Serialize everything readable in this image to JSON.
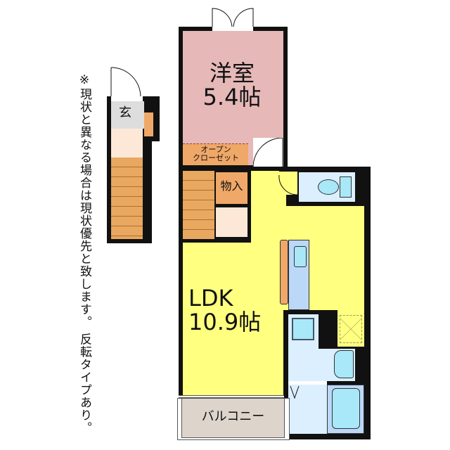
{
  "note": "※現状と異なる場合は現状優先と致します。 反転タイプあり。",
  "rooms": {
    "western": {
      "name": "洋室",
      "size": "5.4帖"
    },
    "closet": {
      "line1": "オープン",
      "line2": "クローゼット"
    },
    "storage": "物入",
    "entrance": "玄",
    "ldk": {
      "name": "LDK",
      "size": "10.9帖"
    },
    "balcony": "バルコニー"
  },
  "colors": {
    "western": "#e6b8b8",
    "ldk": "#ffff80",
    "wet": "#dcefff",
    "fixture": "#a8e8f8",
    "storage": "#f0a868",
    "stairs": "#e8a860",
    "cream": "#fde8d8",
    "balcony": "#ddd5cc",
    "entrance": "#dddddd"
  }
}
